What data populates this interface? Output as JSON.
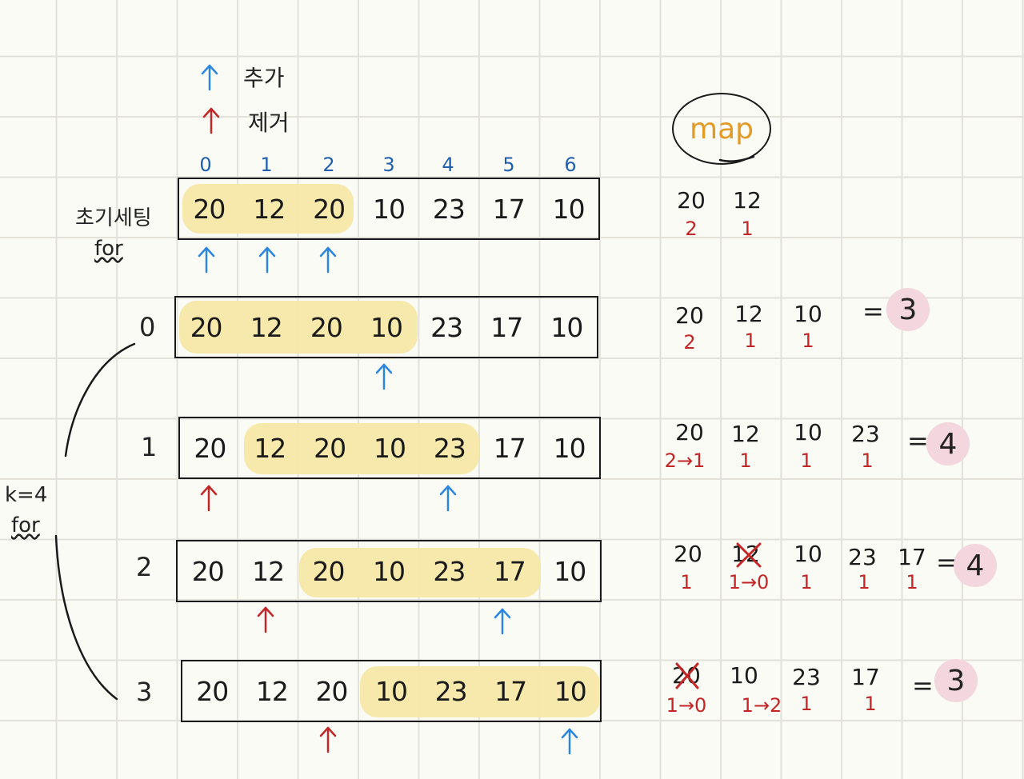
{
  "legend": {
    "add_label": "추가",
    "remove_label": "제거",
    "add_color": "#2b86e0",
    "remove_color": "#c22626"
  },
  "indices": [
    "0",
    "1",
    "2",
    "3",
    "4",
    "5",
    "6"
  ],
  "init_label": "초기세팅",
  "init_for": "for",
  "k_label": "k=4",
  "k_for": "for",
  "map_title": "map",
  "rows": [
    {
      "label": "",
      "cells": [
        "20",
        "12",
        "20",
        "10",
        "23",
        "17",
        "10"
      ],
      "highlight": [
        0,
        2
      ],
      "map": [
        {
          "key": "20",
          "count": "2"
        },
        {
          "key": "12",
          "count": "1"
        }
      ],
      "result": ""
    },
    {
      "label": "0",
      "cells": [
        "20",
        "12",
        "20",
        "10",
        "23",
        "17",
        "10"
      ],
      "highlight": [
        0,
        3
      ],
      "map": [
        {
          "key": "20",
          "count": "2"
        },
        {
          "key": "12",
          "count": "1"
        },
        {
          "key": "10",
          "count": "1"
        }
      ],
      "result": "3"
    },
    {
      "label": "1",
      "cells": [
        "20",
        "12",
        "20",
        "10",
        "23",
        "17",
        "10"
      ],
      "highlight": [
        1,
        4
      ],
      "map": [
        {
          "key": "20",
          "count": "2→1"
        },
        {
          "key": "12",
          "count": "1"
        },
        {
          "key": "10",
          "count": "1"
        },
        {
          "key": "23",
          "count": "1"
        }
      ],
      "result": "4"
    },
    {
      "label": "2",
      "cells": [
        "20",
        "12",
        "20",
        "10",
        "23",
        "17",
        "10"
      ],
      "highlight": [
        2,
        5
      ],
      "map": [
        {
          "key": "20",
          "count": "1"
        },
        {
          "key": "12",
          "count": "1→0"
        },
        {
          "key": "10",
          "count": "1"
        },
        {
          "key": "23",
          "count": "1"
        },
        {
          "key": "17",
          "count": "1"
        }
      ],
      "result": "4"
    },
    {
      "label": "3",
      "cells": [
        "20",
        "12",
        "20",
        "10",
        "23",
        "17",
        "10"
      ],
      "highlight": [
        3,
        6
      ],
      "map": [
        {
          "key": "20",
          "count": "1→0"
        },
        {
          "key": "10",
          "count": "1→2"
        },
        {
          "key": "23",
          "count": "1"
        },
        {
          "key": "17",
          "count": "1"
        }
      ],
      "result": "3"
    }
  ],
  "equals": "="
}
